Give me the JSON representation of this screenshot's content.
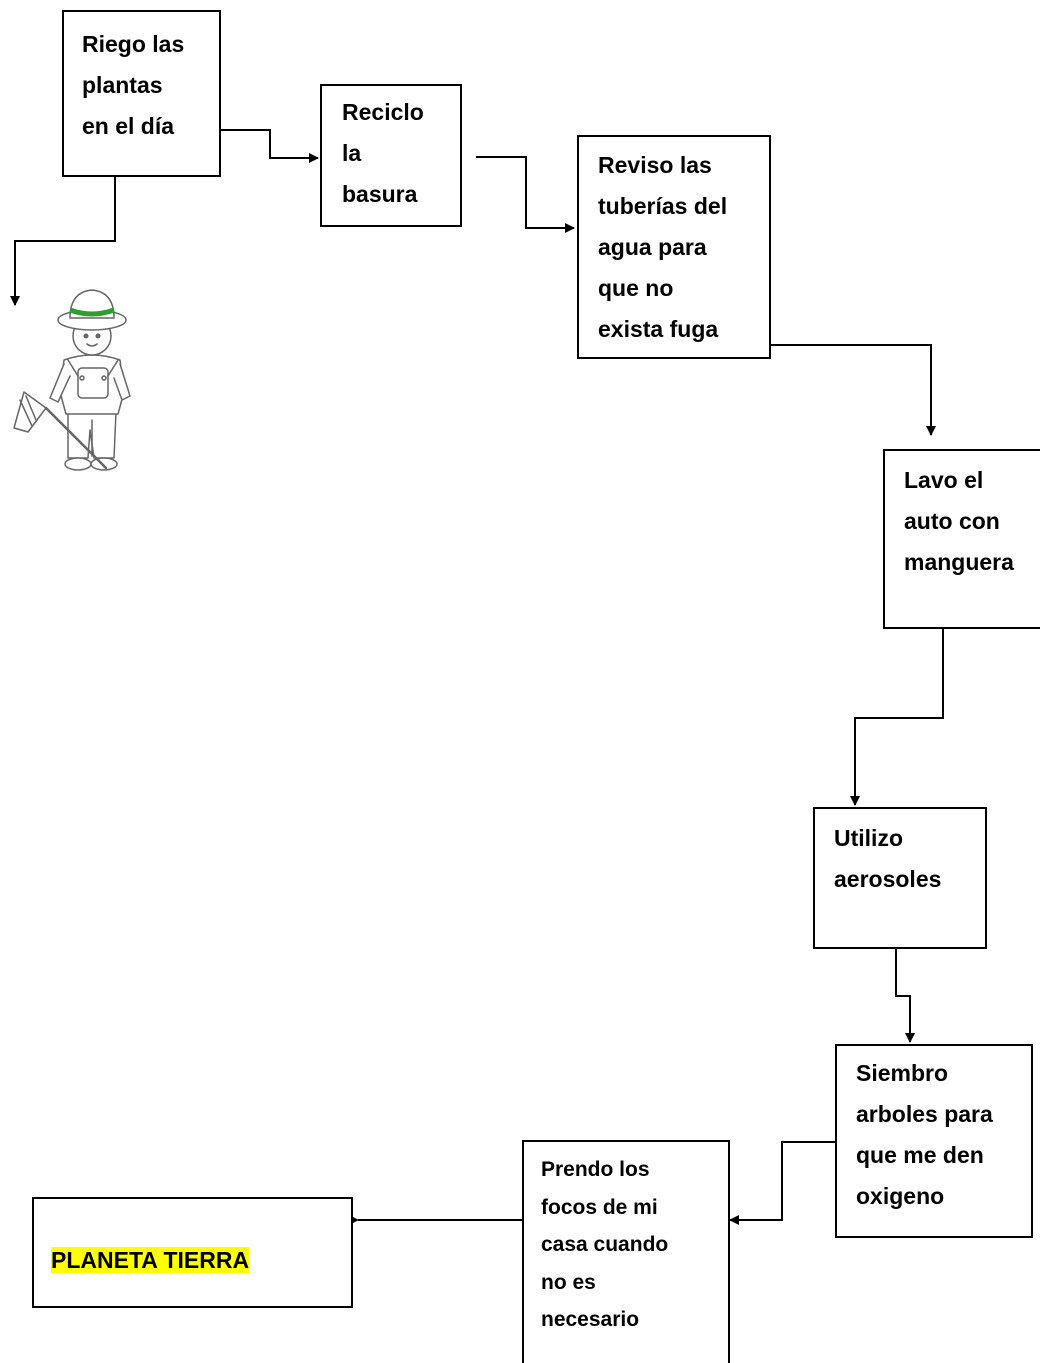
{
  "boxes": {
    "riego": {
      "text": "Riego las\nplantas\nen el día"
    },
    "reciclo": {
      "text": "Reciclo\nla\nbasura"
    },
    "reviso": {
      "text": "Reviso las\ntuberías  del\nagua para\nque no\nexista fuga"
    },
    "lavo": {
      "text": "Lavo el\nauto con\nmanguera"
    },
    "utilizo": {
      "text": "Utilizo\naerosoles"
    },
    "siembro": {
      "text": "Siembro\narboles para\nque me den\noxigeno"
    },
    "prendo": {
      "text": "Prendo los\nfocos de mi\ncasa cuando\nno es\nnecesario"
    },
    "planeta": {
      "text": "PLANETA TIERRA",
      "highlight_color": "#ffff00"
    }
  },
  "illustration": {
    "subject": "child-gardener-with-net"
  }
}
